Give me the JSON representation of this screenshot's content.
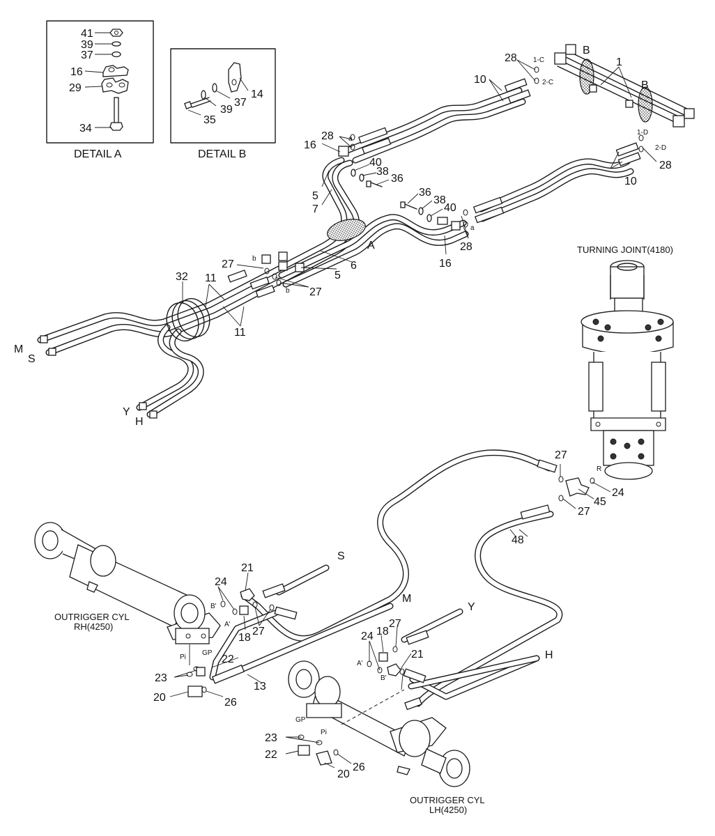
{
  "details": {
    "a": {
      "title": "DETAIL A",
      "callouts": [
        "41",
        "39",
        "37",
        "16",
        "29",
        "34"
      ]
    },
    "b": {
      "title": "DETAIL B",
      "callouts": [
        "14",
        "37",
        "39",
        "35"
      ]
    }
  },
  "captions": {
    "turning_joint": "TURNING JOINT(4180)",
    "outrigger_rh_1": "OUTRIGGER CYL",
    "outrigger_rh_2": "RH(4250)",
    "outrigger_lh_1": "OUTRIGGER CYL",
    "outrigger_lh_2": "LH(4250)"
  },
  "callouts": {
    "c1": "1",
    "c10a": "10",
    "c10b": "10",
    "c28a": "28",
    "c28b": "28",
    "c28c": "28",
    "c28d": "28",
    "c16a": "16",
    "c16b": "16",
    "c40a": "40",
    "c40b": "40",
    "c38a": "38",
    "c38b": "38",
    "c36a": "36",
    "c36b": "36",
    "c5a": "5",
    "c5b": "5",
    "c7": "7",
    "c6": "6",
    "c27a": "27",
    "c27b": "27",
    "c27c": "27",
    "c27d": "27",
    "c27e": "27",
    "c27f": "27",
    "c32": "32",
    "c11a": "11",
    "c11b": "11",
    "c24a": "24",
    "c24b": "24",
    "c24c": "24",
    "c45": "45",
    "c48": "48",
    "c21a": "21",
    "c21b": "21",
    "c18a": "18",
    "c18b": "18",
    "c22a": "22",
    "c22b": "22",
    "c23a": "23",
    "c23b": "23",
    "c20a": "20",
    "c20b": "20",
    "c26a": "26",
    "c26b": "26",
    "c13": "13"
  },
  "ports": {
    "M1": "M",
    "S1": "S",
    "Y1": "Y",
    "H1": "H",
    "S2": "S",
    "M2": "M",
    "Y2": "Y",
    "H2": "H",
    "A": "A",
    "B1": "B",
    "B2": "B",
    "p1c": "1-C",
    "p2c": "2-C",
    "p1d": "1-D",
    "p2d": "2-D",
    "a1": "a",
    "a2": "a",
    "b1": "b",
    "b2": "b",
    "R": "R",
    "Bp1": "B'",
    "Ap1": "A'",
    "Ap2": "A'",
    "Bp2": "B'",
    "Pi1": "Pi",
    "GP1": "GP",
    "GP2": "GP",
    "Pi2": "Pi"
  }
}
